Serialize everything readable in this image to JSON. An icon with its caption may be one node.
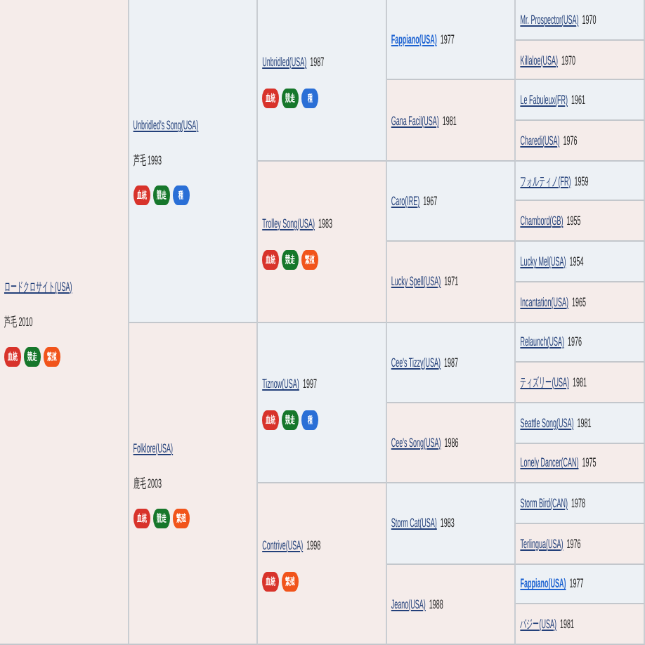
{
  "diagram": {
    "nodes": [
      {
        "text": [
          "ロードクロサイト(USA)",
          "芦毛 2010"
        ]
      },
      {
        "text": [
          "血統"
        ],
        "in": 0
      },
      {
        "text": [
          "競走"
        ],
        "in": 0
      },
      {
        "text": [
          "繁殖"
        ],
        "in": 0
      },
      {
        "text": [
          "Unbridled's Song(USA)",
          "芦毛 1993"
        ]
      },
      {
        "text": [
          "血統"
        ],
        "in": 4
      },
      {
        "text": [
          "競走"
        ],
        "in": 4
      },
      {
        "text": [
          "種"
        ],
        "in": 4
      },
      {
        "text": [
          "Unbridled(USA)",
          "1987"
        ]
      },
      {
        "text": [
          "血統"
        ],
        "in": 8
      },
      {
        "text": [
          "競走"
        ],
        "in": 8
      },
      {
        "text": [
          "種"
        ],
        "in": 8
      },
      {
        "text": [
          "Fappiano(USA)",
          "1977"
        ]
      },
      {
        "text": [
          "Mr. Prospector(USA)",
          "1970"
        ]
      },
      {
        "text": [
          "Killaloe(USA)",
          "1970"
        ]
      },
      {
        "text": [
          "Gana Facil(USA)",
          "1981"
        ]
      },
      {
        "text": [
          "Le Fabuleux(FR)",
          "1961"
        ]
      },
      {
        "text": [
          "Charedi(USA)",
          "1976"
        ]
      },
      {
        "text": [
          "Trolley Song(USA)",
          "1983"
        ]
      },
      {
        "text": [
          "血統"
        ],
        "in": 18
      },
      {
        "text": [
          "競走"
        ],
        "in": 18
      },
      {
        "text": [
          "繁殖"
        ],
        "in": 18
      },
      {
        "text": [
          "Caro(IRE)",
          "1967"
        ]
      },
      {
        "text": [
          "フォルティノ(FR)",
          "1959"
        ]
      },
      {
        "text": [
          "Chambord(GB)",
          "1955"
        ]
      },
      {
        "text": [
          "Lucky Spell(USA)",
          "1971"
        ]
      },
      {
        "text": [
          "Lucky Mel(USA)",
          "1954"
        ]
      },
      {
        "text": [
          "Incantation(USA)",
          "1965"
        ]
      },
      {
        "text": [
          "Folklore(USA)",
          "鹿毛 2003"
        ]
      },
      {
        "text": [
          "血統"
        ],
        "in": 28
      },
      {
        "text": [
          "競走"
        ],
        "in": 28
      },
      {
        "text": [
          "繁殖"
        ],
        "in": 28
      },
      {
        "text": [
          "Tiznow(USA)",
          "1997"
        ]
      },
      {
        "text": [
          "血統"
        ],
        "in": 32
      },
      {
        "text": [
          "競走"
        ],
        "in": 32
      },
      {
        "text": [
          "種"
        ],
        "in": 32
      },
      {
        "text": [
          "Cee's Tizzy(USA)",
          "1987"
        ]
      },
      {
        "text": [
          "Relaunch(USA)",
          "1976"
        ]
      },
      {
        "text": [
          "ティズリー(USA)",
          "1981"
        ]
      },
      {
        "text": [
          "Cee's Song(USA)",
          "1986"
        ]
      },
      {
        "text": [
          "Seattle Song(USA)",
          "1981"
        ]
      },
      {
        "text": [
          "Lonely Dancer(CAN)",
          "1975"
        ]
      },
      {
        "text": [
          "Contrive(USA)",
          "1998"
        ]
      },
      {
        "text": [
          "血統"
        ],
        "in": 42
      },
      {
        "text": [
          "繁殖"
        ],
        "in": 42
      },
      {
        "text": [
          "Storm Cat(USA)",
          "1983"
        ]
      },
      {
        "text": [
          "Storm Bird(CAN)",
          "1978"
        ]
      },
      {
        "text": [
          "Terlingua(USA)",
          "1976"
        ]
      },
      {
        "text": [
          "Jeano(USA)",
          "1988"
        ]
      },
      {
        "text": [
          "Fappiano(USA)",
          "1977"
        ]
      },
      {
        "text": [
          "バジー(USA)",
          "1981"
        ]
      }
    ]
  }
}
